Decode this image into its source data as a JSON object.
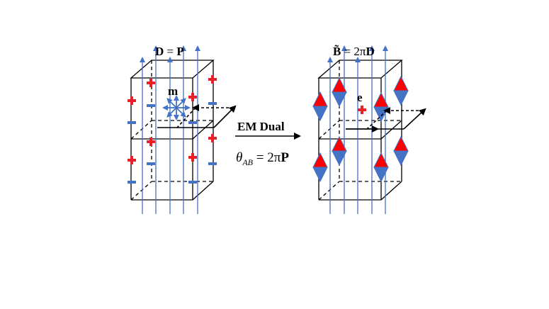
{
  "left_panel": {
    "label_lhs": "D",
    "label_eq": " = ",
    "label_rhs": "P",
    "monopole_label": "m"
  },
  "arrow": {
    "label": "EM Dual",
    "theta": "θ",
    "theta_sub": "AB",
    "theta_rhs_pre": " = 2π",
    "theta_rhs_bold": "P"
  },
  "right_panel": {
    "label_lhs": "B̃",
    "label_rhs_pre": " = 2π",
    "label_rhs_bold": "D",
    "charge_label": "e"
  },
  "colors": {
    "field_line": "#4472c4",
    "positive_charge": "#e8202a",
    "negative_charge": "#4472c4",
    "dipole_top": "#ff0000",
    "dipole_bottom": "#4472c4",
    "outline": "#000000"
  }
}
